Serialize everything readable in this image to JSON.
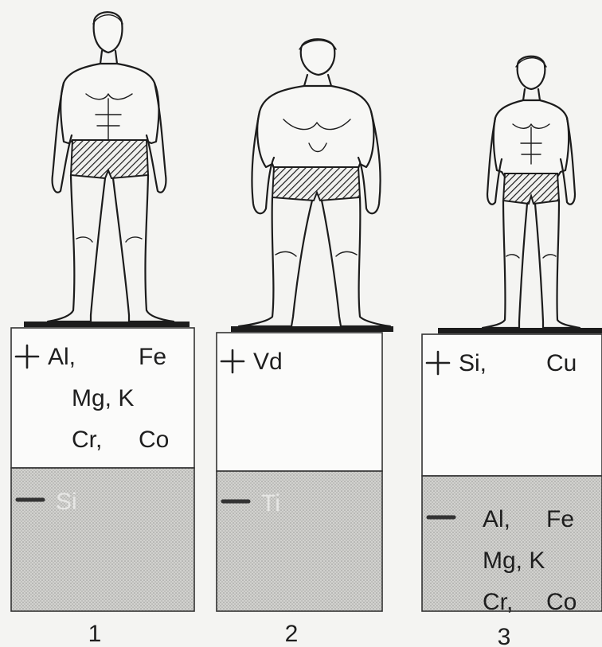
{
  "types": [
    {
      "number": "1",
      "plus_rows": [
        [
          "Al,",
          "Fe"
        ],
        [
          "Mg, K"
        ],
        [
          "Cr,",
          "Co"
        ]
      ],
      "minus_rows": [
        [
          "Si"
        ]
      ]
    },
    {
      "number": "2",
      "plus_rows": [
        [
          "Vd"
        ]
      ],
      "minus_rows": [
        [
          "Ti"
        ]
      ]
    },
    {
      "number": "3",
      "plus_rows": [
        [
          "Si,",
          "Cu"
        ]
      ],
      "minus_rows": [
        [
          "Al,",
          "Fe"
        ],
        [
          "Mg, K"
        ],
        [
          "Cr,",
          "Co"
        ]
      ]
    }
  ],
  "colors": {
    "ink": "#1c1c1c",
    "shade": "#c9c9c6",
    "paper": "#f4f4f2"
  }
}
